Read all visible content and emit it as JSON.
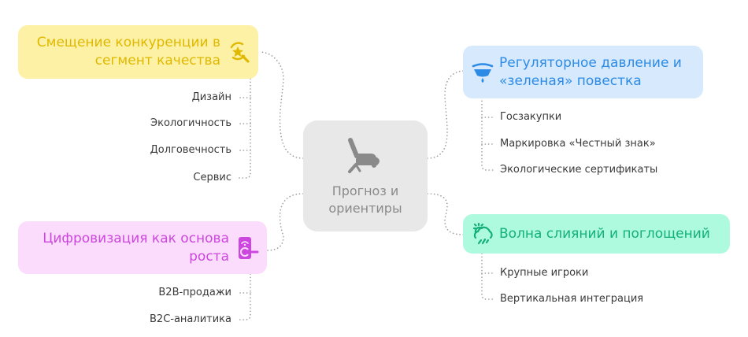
{
  "center": {
    "label": "Прогноз и\nориентиры",
    "icon": "recliner-chair-icon",
    "color": "#8a8a8a",
    "background": "#e8e8e8"
  },
  "topics": [
    {
      "id": "quality",
      "label": "Смещение конкуренции в\nсегмент качества",
      "icon": "search-star-icon",
      "side": "left",
      "text_color": "#e0b800",
      "background": "#fdf1a6",
      "children": [
        {
          "label": "Дизайн"
        },
        {
          "label": "Экологичность"
        },
        {
          "label": "Долговечность"
        },
        {
          "label": "Сервис"
        }
      ]
    },
    {
      "id": "regulation",
      "label": "Регуляторное давление и\n«зеленая» повестка",
      "icon": "fountain-drop-icon",
      "side": "right",
      "text_color": "#2d8be6",
      "background": "#d6e9fd",
      "children": [
        {
          "label": "Госзакупки"
        },
        {
          "label": "Маркировка «Честный знак»"
        },
        {
          "label": "Экологические сертификаты"
        }
      ]
    },
    {
      "id": "digital",
      "label": "Цифровизация как основа\nроста",
      "icon": "smart-lock-icon",
      "side": "left",
      "text_color": "#cc47dd",
      "background": "#fcdcfc",
      "children": [
        {
          "label": "B2B-продажи"
        },
        {
          "label": "B2C-аналитика"
        }
      ]
    },
    {
      "id": "mergers",
      "label": "Волна слияний и поглощений",
      "icon": "storm-cloud-icon",
      "side": "right",
      "text_color": "#14b07a",
      "background": "#aefadf",
      "children": [
        {
          "label": "Крупные игроки"
        },
        {
          "label": "Вертикальная интеграция"
        }
      ]
    }
  ],
  "connector_color": "#9a9a9a"
}
